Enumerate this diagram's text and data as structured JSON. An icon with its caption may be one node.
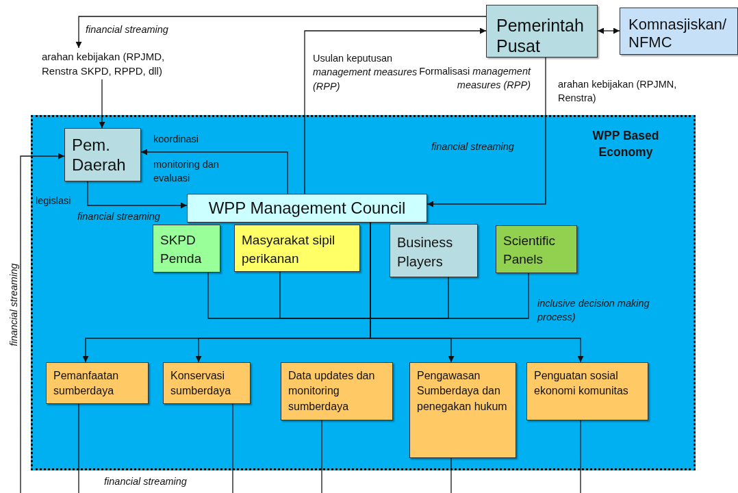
{
  "diagram": {
    "nodes": [
      {
        "text": [
          "Pemerintah Pusat"
        ]
      },
      {
        "text": [
          "Komnasjiskan/ NFMC"
        ]
      },
      {
        "text": [
          "arahan kebijakan (RPJMD, Renstra SKPD, RPPD, dll)"
        ]
      },
      {
        "text": [
          "WPP Based Economy"
        ]
      },
      {
        "text": [
          "Pem. Daerah"
        ],
        "in": 3
      },
      {
        "text": [
          "WPP Management Council"
        ],
        "in": 3
      },
      {
        "text": [
          "SKPD Pemda"
        ],
        "in": 3
      },
      {
        "text": [
          "Masyarakat sipil perikanan"
        ],
        "in": 3
      },
      {
        "text": [
          "Business Players"
        ],
        "in": 3
      },
      {
        "text": [
          "Scientific Panels"
        ],
        "in": 3
      },
      {
        "text": [
          "Pemanfaatan sumberdaya"
        ],
        "in": 3
      },
      {
        "text": [
          "Konservasi sumberdaya"
        ],
        "in": 3
      },
      {
        "text": [
          "Data updates dan monitoring sumberdaya"
        ],
        "in": 3
      },
      {
        "text": [
          "Pengawasan Sumberdaya dan penegakan hukum"
        ],
        "in": 3
      },
      {
        "text": [
          "Penguatan sosial ekonomi komunitas"
        ],
        "in": 3
      }
    ],
    "edges": [
      {
        "from": 0,
        "to": 2,
        "arrow": "to",
        "label": "financial streaming"
      },
      {
        "from": 2,
        "to": 4,
        "arrow": "to"
      },
      {
        "from": 0,
        "to": 1,
        "arrow": "both"
      },
      {
        "from": 5,
        "to": 0,
        "arrow": "to",
        "label": "Usulan keputusan *management measures (RPP)*"
      },
      {
        "from": 0,
        "to": 5,
        "arrow": "to",
        "label": "Formalisasi *management measures (RPP)*"
      },
      {
        "from": 5,
        "to": 4,
        "arrow": "to",
        "label": "koordinasi"
      },
      {
        "from": 4,
        "to": 5,
        "arrow": "to",
        "label": "legislasi"
      },
      {
        "from": null,
        "to": 4,
        "arrow": "to",
        "label": "financial streaming"
      },
      {
        "from": 5,
        "to": 10,
        "arrow": "to"
      },
      {
        "from": 5,
        "to": 11,
        "arrow": "to"
      },
      {
        "from": 5,
        "to": 13,
        "arrow": "to"
      },
      {
        "from": 5,
        "to": 14,
        "arrow": "to"
      },
      {
        "from": 6,
        "to": 5,
        "arrow": "none"
      },
      {
        "from": 7,
        "to": 5,
        "arrow": "none"
      },
      {
        "from": 8,
        "to": 5,
        "arrow": "none"
      },
      {
        "from": 9,
        "to": 5,
        "arrow": "none"
      },
      {
        "from": 10,
        "to": null,
        "arrow": "none"
      },
      {
        "from": 11,
        "to": null,
        "arrow": "none"
      },
      {
        "from": 12,
        "to": null,
        "arrow": "none"
      },
      {
        "from": 13,
        "to": null,
        "arrow": "none"
      },
      {
        "from": 14,
        "to": null,
        "arrow": "none"
      }
    ],
    "labels": [
      "arahan kebijakan (RPJMN, Renstra)",
      "financial streaming",
      "monitoring dan evaluasi",
      "financial streaming",
      "inclusive decision making process)",
      "financial streaming"
    ]
  }
}
